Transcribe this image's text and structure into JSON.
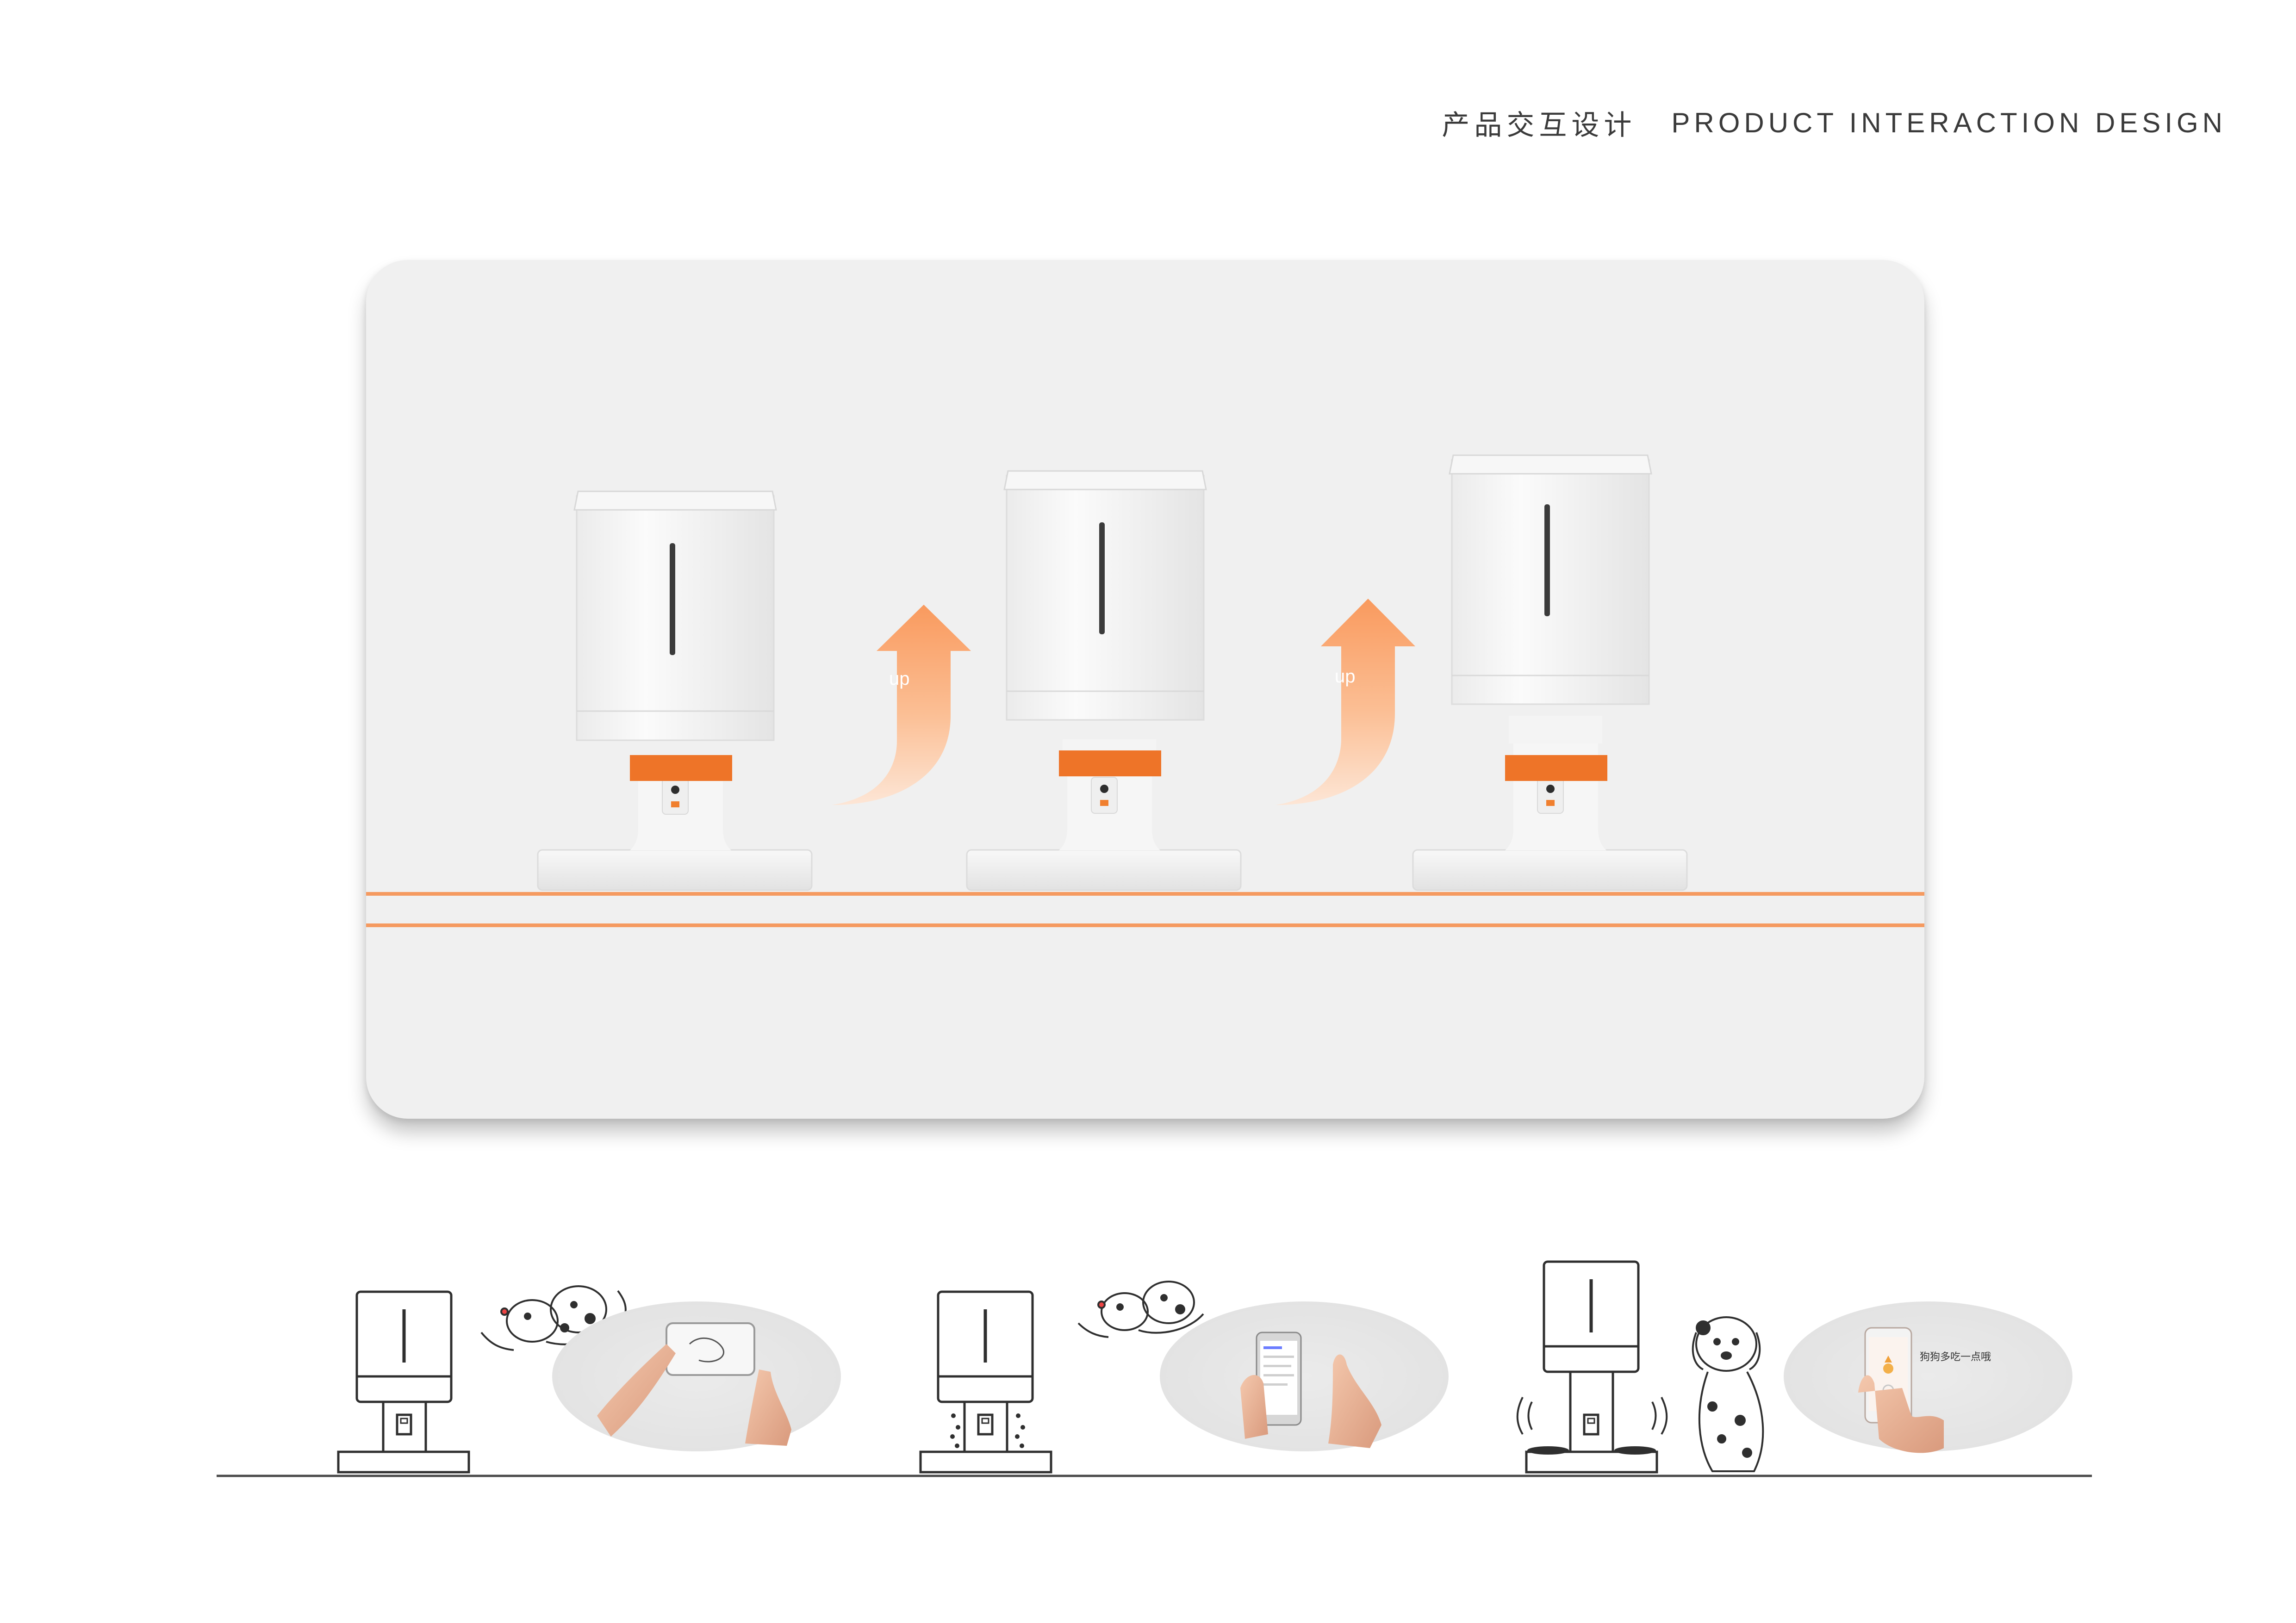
{
  "header": {
    "title_cn": "产品交互设计",
    "title_en": "PRODUCT INTERACTION DESIGN"
  },
  "hero": {
    "arrow_label_1": "up",
    "arrow_label_2": "up"
  },
  "story": {
    "phone_message": "狗狗多吃一点哦"
  },
  "colors": {
    "accent": "#f0823a",
    "arrow": "#f9a877",
    "panel": "#f0f0f0",
    "ink": "#2f2f2f"
  }
}
